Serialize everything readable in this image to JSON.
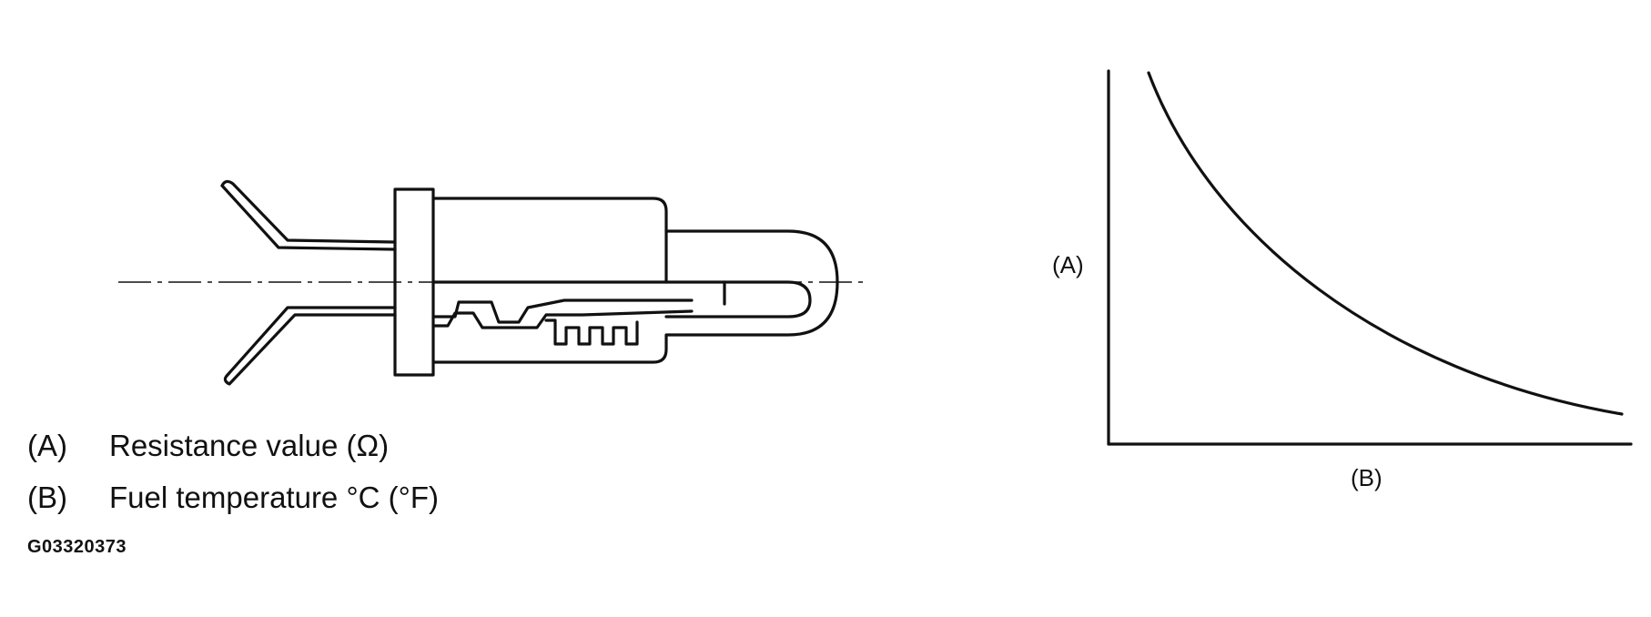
{
  "legend": {
    "a": {
      "key": "(A)",
      "text": "Resistance value (Ω)"
    },
    "b": {
      "key": "(B)",
      "text": "Fuel temperature °C (°F)"
    }
  },
  "figure_code": "G03320373",
  "graph": {
    "y_axis_label": "(A)",
    "x_axis_label": "(B)",
    "curve": "decreasing"
  }
}
